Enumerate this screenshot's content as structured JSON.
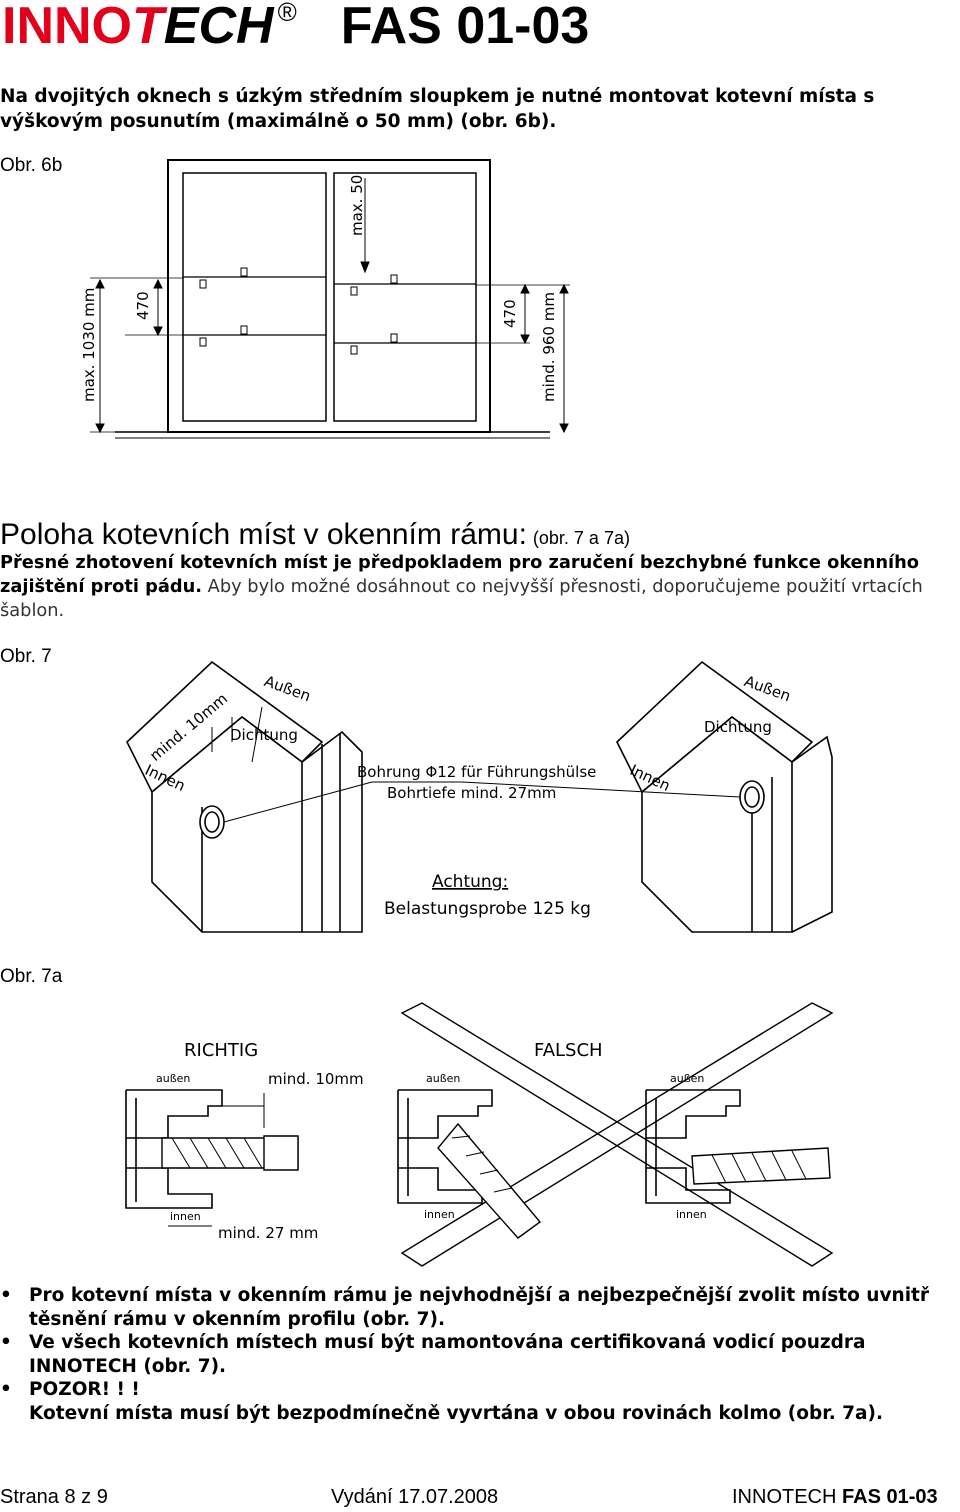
{
  "header": {
    "brand_red": "INNO",
    "brand_black": "TECH",
    "registered": "®",
    "code": "FAS 01-03"
  },
  "intro": "Na dvojitých oknech s úzkým středním sloupkem je nutné montovat kotevní místa s výškovým posunutím (maximálně o 50 mm) (obr. 6b).",
  "fig6b": {
    "caption": "Obr. 6b",
    "dim_max50": "max. 50",
    "dim_470_left": "470",
    "dim_470_right": "470",
    "dim_max1030": "max. 1030 mm",
    "dim_min960": "mind. 960 mm"
  },
  "section": {
    "title": "Poloha kotevních míst v okenním rámu:",
    "ref": "(obr. 7 a 7a)",
    "bold_text": "Přesné zhotovení kotevních míst je předpokladem pro zaručení bezchybné funkce okenního zajištění proti pádu.",
    "normal_text": "Aby bylo možné dosáhnout co nejvyšší přesnosti, doporučujeme použití vrtacích šablon."
  },
  "fig7": {
    "caption": "Obr. 7",
    "aussen": "Außen",
    "innen": "Innen",
    "mind10": "mind. 10mm",
    "dichtung": "Dichtung",
    "bohrung1": "Bohrung Φ12 für Führungshülse",
    "bohrung2": "Bohrtiefe mind. 27mm",
    "achtung": "Achtung:",
    "belastung": "Belastungsprobe 125 kg"
  },
  "fig7a": {
    "caption": "Obr. 7a",
    "richtig": "RICHTIG",
    "falsch": "FALSCH",
    "aussen": "außen",
    "innen": "innen",
    "mind10": "mind. 10mm",
    "mind27": "mind. 27 mm"
  },
  "bullets": [
    "Pro kotevní místa v okenním rámu je nejvhodnější a nejbezpečnější zvolit místo uvnitř těsnění rámu v okenním profilu (obr. 7).",
    "Ve všech kotevních místech musí být namontována certifikovaná vodicí pouzdra INNOTECH (obr. 7).",
    "POZOR! ! !"
  ],
  "bullet3_line2": "Kotevní místa musí být bezpodmínečně vyvrtána v obou rovinách kolmo (obr. 7a).",
  "footer": {
    "page": "Strana 8 z 9",
    "edition": "Vydání 17.07.2008",
    "brand": "INNOTECH",
    "code": "FAS 01-03"
  },
  "colors": {
    "brand_red": "#e3001b"
  }
}
